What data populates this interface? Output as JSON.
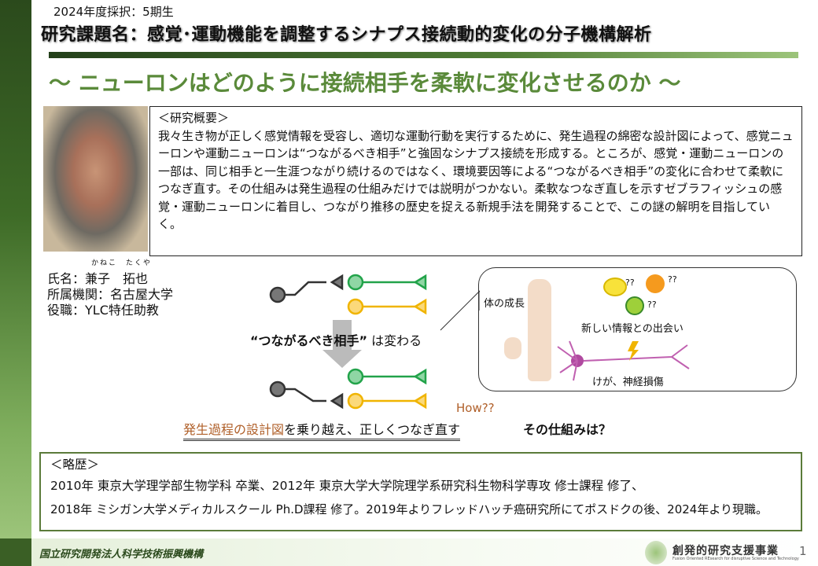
{
  "header": {
    "batch": "2024年度採択：5期生",
    "title": "研究課題名：感覚･運動機能を調整するシナプス接続動的変化の分子機構解析",
    "subtitle": "～ ニューロンはどのように接続相手を柔軟に変化させるのか ～"
  },
  "summary": {
    "heading": "＜研究概要＞",
    "body": "我々生き物が正しく感覚情報を受容し、適切な運動行動を実行するために、発生過程の綿密な設計図によって、感覚ニューロンや運動ニューロンは“つながるべき相手”と強固なシナプス接続を形成する。ところが、感覚・運動ニューロンの一部は、同じ相手と一生涯つながり続けるのではなく、環境要因等による“つながるべき相手”の変化に合わせて柔軟につなぎ直す。その仕組みは発生過程の仕組みだけでは説明がつかない。柔軟なつなぎ直しを示すゼブラフィッシュの感覚・運動ニューロンに着目し、つながり推移の歴史を捉える新規手法を開発することで、この謎の解明を目指していく。"
  },
  "person": {
    "ruby": "かねこ　たくや",
    "name": "氏名：兼子　拓也",
    "affiliation": "所属機関：名古屋大学",
    "position": "役職：YLC特任助教"
  },
  "diagram": {
    "partner_bold": "“つながるべき相手”",
    "partner_rest": " は変わる",
    "growth": "体の成長",
    "new_info": "新しい情報との出会い",
    "injury": "けが、神経損傷",
    "q1": "??",
    "q2": "??",
    "q3": "??",
    "how": "How??",
    "blueprint": "発生過程の設計図",
    "rewire": "を乗り越え、正しくつなぎ直す",
    "mechanism": "その仕組みは？"
  },
  "history": {
    "heading": "＜略歴＞",
    "line1": "2010年 東京大学理学部生物学科 卒業、2012年 東京大学大学院理学系研究科生物科学専攻 修士課程 修了、",
    "line2": "2018年 ミシガン大学メディカルスクール Ph.D課程 修了。2019年よりフレッドハッチ癌研究所にてポスドクの後、2024年より現職。"
  },
  "footer": {
    "org": "国立研究開発法人科学技術振興機構",
    "program": "創発的研究支援事業",
    "program_sub": "Fusion Oriented REsearch for disruptive Science and Technology",
    "page": "1"
  },
  "colors": {
    "green": "#5a8a3a",
    "yellow": "#f0b400",
    "neuron_green": "#22a34a",
    "orange": "#b0602a"
  }
}
